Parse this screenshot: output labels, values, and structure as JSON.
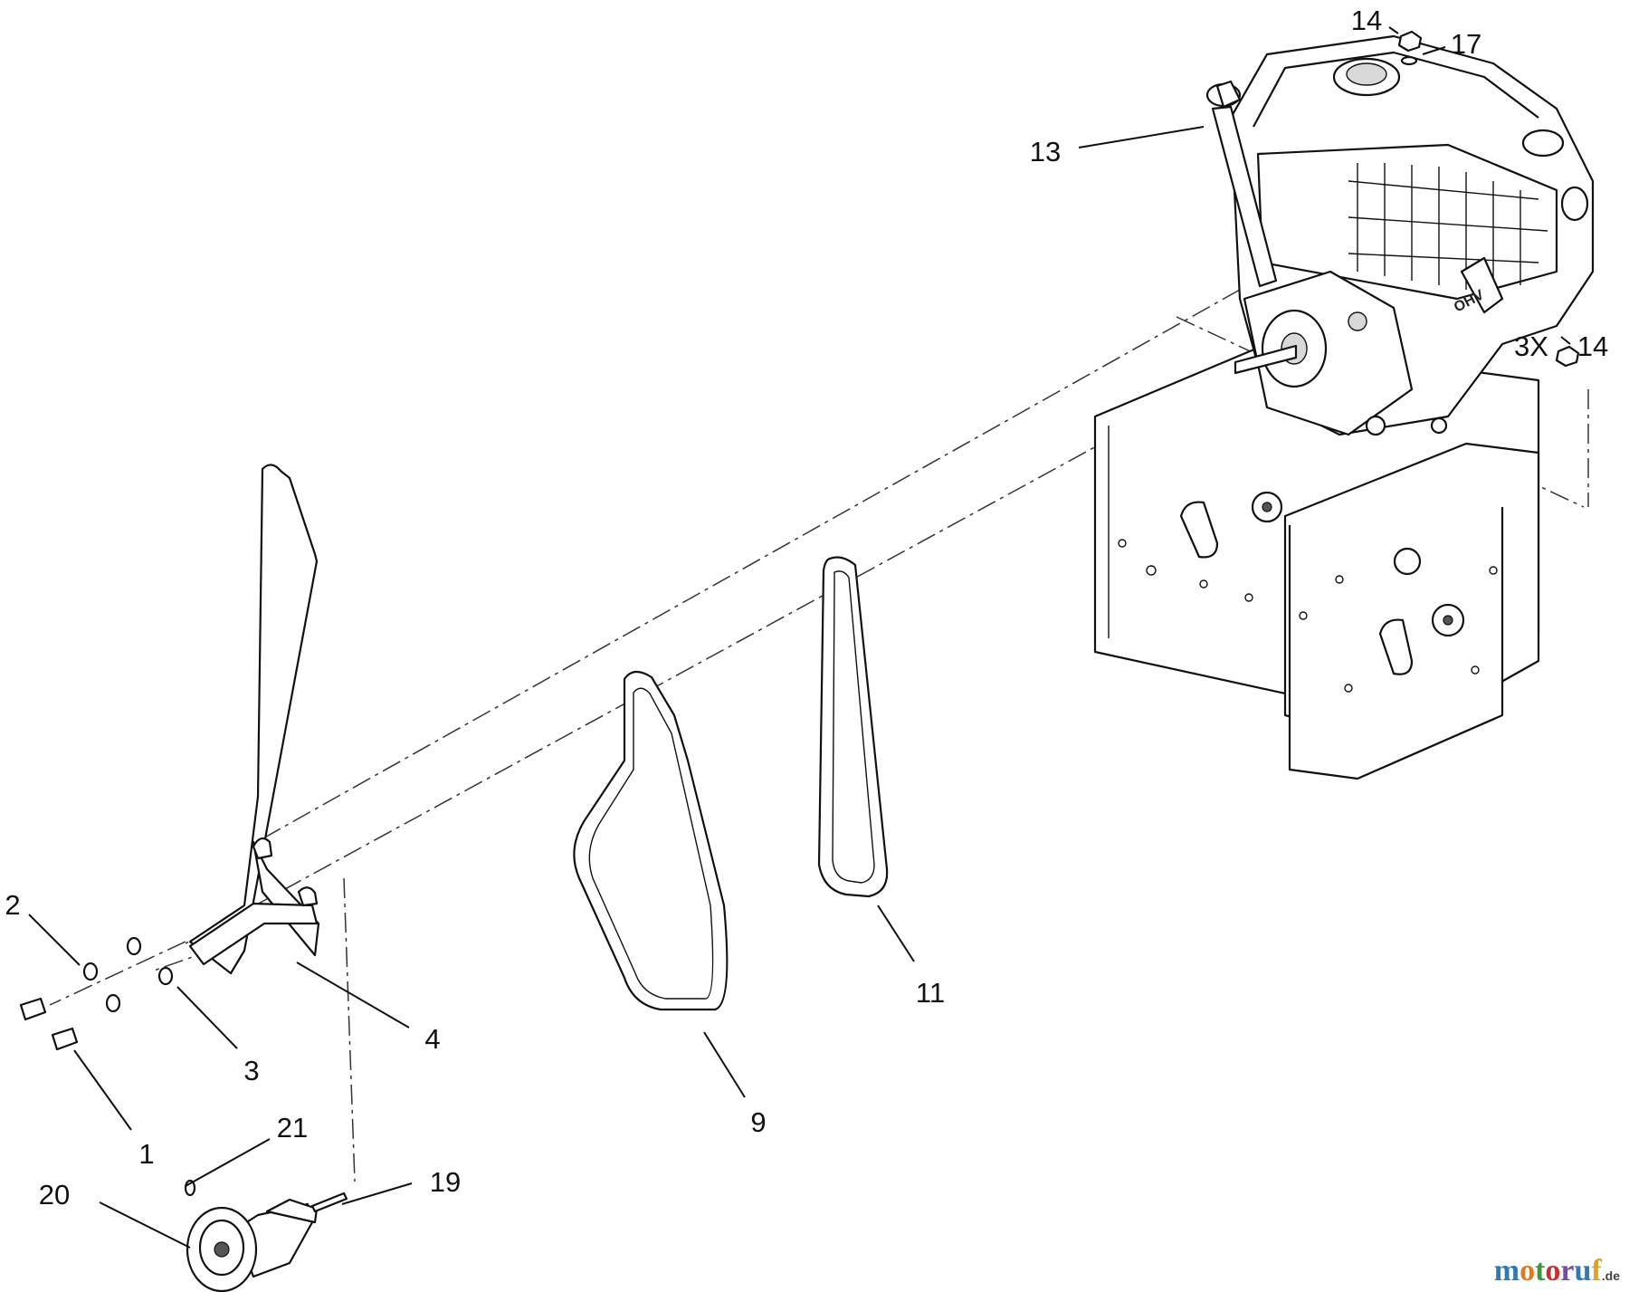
{
  "diagram": {
    "callouts": {
      "c1": "1",
      "c2": "2",
      "c3": "3",
      "c4": "4",
      "c9": "9",
      "c11": "11",
      "c13": "13",
      "c14_top": "14",
      "c14_side": "14",
      "c3x": "3X",
      "c17": "17",
      "c19": "19",
      "c20": "20",
      "c21": "21"
    }
  },
  "watermark": {
    "letters": [
      "m",
      "o",
      "t",
      "o",
      "r",
      "u",
      "f"
    ],
    "suffix": ".de",
    "colors": [
      "#2e7ab8",
      "#e07a1f",
      "#3a9a3a",
      "#c9302c",
      "#7a4aa8",
      "#2e7ab8",
      "#e0a21f"
    ]
  }
}
